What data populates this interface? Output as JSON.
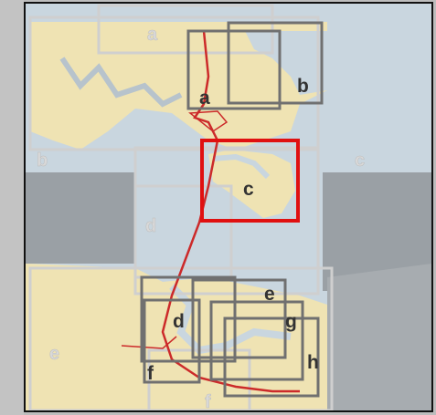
{
  "map": {
    "colors": {
      "water": "#c9d6df",
      "land": "#efe3b3",
      "deep_land": "#9aa0a5",
      "route": "#cc2a2a",
      "selected": "#e01010",
      "gray_box": "#707070",
      "light_box": "#cfcfcf"
    },
    "small_labels": {
      "a": "a",
      "b": "b",
      "c": "c",
      "d": "d",
      "e": "e",
      "f": "f"
    },
    "detail_labels": {
      "a": "a",
      "b": "b",
      "c": "c",
      "d": "d",
      "e": "e",
      "f": "f",
      "g": "g",
      "h": "h"
    }
  }
}
